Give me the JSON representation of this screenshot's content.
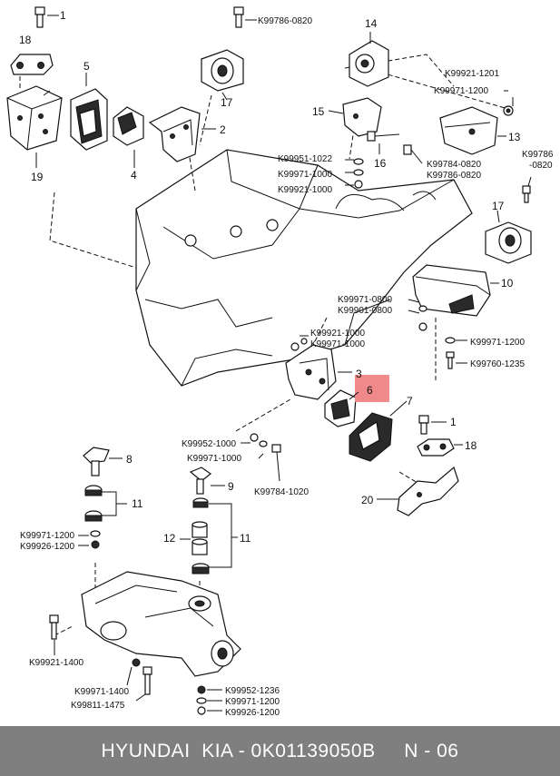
{
  "callouts": {
    "c1a": "1",
    "c18a": "18",
    "c5": "5",
    "c19": "19",
    "c4": "4",
    "c2": "2",
    "c17a": "17",
    "c14": "14",
    "c15": "15",
    "c16": "16",
    "c13": "13",
    "c17b": "17",
    "c10": "10",
    "c3": "3",
    "c6": "6",
    "c7": "7",
    "c1b": "1",
    "c18b": "18",
    "c20": "20",
    "c8": "8",
    "c9": "9",
    "c11a": "11",
    "c11b": "11",
    "c12": "12"
  },
  "codes": {
    "k1": "K99786-0820",
    "k2": "K99921-1201",
    "k3": "K99971-1200",
    "k4": "K99784-0820",
    "k5": "K99786-0820",
    "k6a": "K99786",
    "k6b": "-0820",
    "k7": "K99951-1022",
    "k8": "K99971-1000",
    "k9": "K99921-1000",
    "k10": "K99971-0800",
    "k11": "K99901-0800",
    "k12": "K99971-1200",
    "k13": "K99760-1235",
    "k14": "K99921-1000",
    "k15": "K99971-1000",
    "k16": "K99952-1000",
    "k17": "K99971-1000",
    "k18": "K99784-1020",
    "k19": "K99971-1200",
    "k20": "K99926-1200",
    "k21": "K99921-1400",
    "k22": "K99971-1400",
    "k23": "K99811-1475",
    "k24": "K99952-1236",
    "k25": "K99971-1200",
    "k26": "K99926-1200"
  },
  "highlight_color": "#f08a8a",
  "footer": {
    "text": "HYUNDAI  KIA - 0K01139050B     N - 06"
  }
}
